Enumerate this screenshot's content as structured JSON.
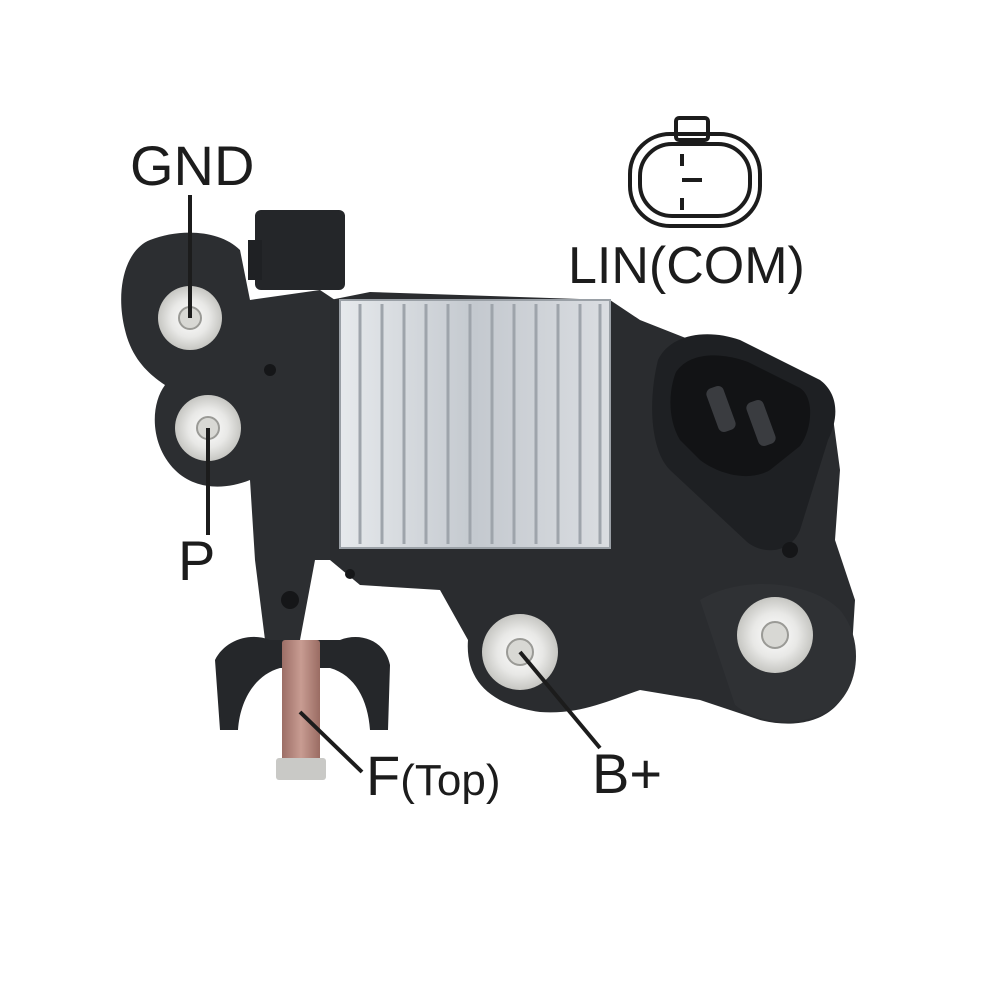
{
  "labels": {
    "gnd": "GND",
    "lin": "LIN(COM)",
    "p": "P",
    "f": "F",
    "f_sub": "(Top)",
    "b_plus": "B+"
  },
  "icons": [
    "connector-pinout-icon"
  ],
  "colors": {
    "housing": "#2b2d30",
    "heatsink": "#c9cdd2",
    "brush": "#b88a80",
    "text": "#1c1c1c"
  }
}
